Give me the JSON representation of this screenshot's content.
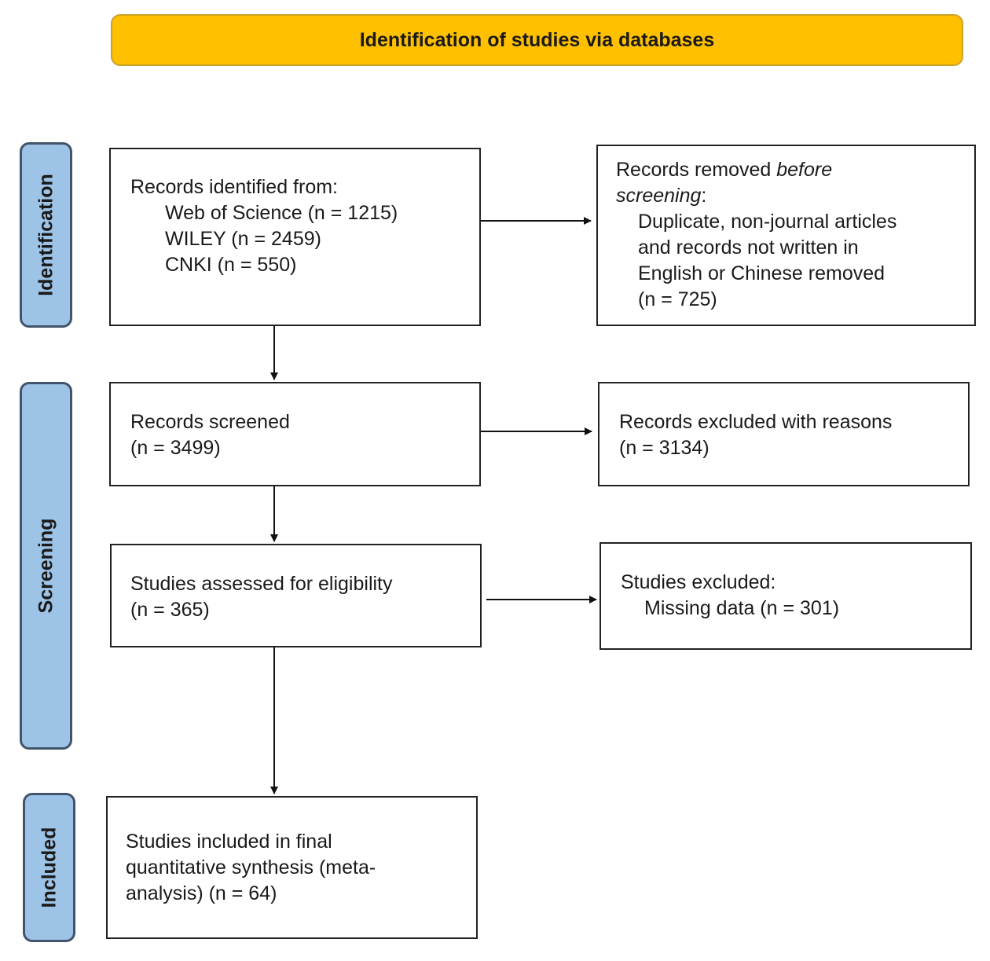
{
  "header": {
    "title": "Identification of studies via databases"
  },
  "stages": {
    "identification": "Identification",
    "screening": "Screening",
    "included": "Included"
  },
  "boxes": {
    "identified": {
      "heading": "Records identified from:",
      "sources": [
        "Web of Science (n = 1215)",
        "WILEY (n = 2459)",
        "CNKI (n = 550)"
      ]
    },
    "removed": {
      "heading_prefix": "Records removed ",
      "heading_italic_1": "before",
      "heading_italic_2": "screening",
      "heading_suffix": ":",
      "lines": [
        "Duplicate, non-journal articles",
        "and records not written in",
        "English or Chinese removed",
        "(n = 725)"
      ]
    },
    "screened": {
      "heading": "Records screened",
      "count": "(n = 3499)"
    },
    "excluded_reasons": {
      "heading": "Records excluded with reasons",
      "count": "(n = 3134)"
    },
    "eligibility": {
      "heading": "Studies assessed for eligibility",
      "count": "(n = 365)"
    },
    "studies_excluded": {
      "heading": "Studies excluded:",
      "detail": "Missing data (n = 301)"
    },
    "included": {
      "lines": [
        "Studies included in final",
        "quantitative synthesis (meta-",
        "analysis) (n = 64)"
      ]
    }
  },
  "colors": {
    "banner": "#ffc000",
    "stage_fill": "#9dc3e6",
    "stage_border": "#41546b",
    "box_border": "#222222"
  }
}
